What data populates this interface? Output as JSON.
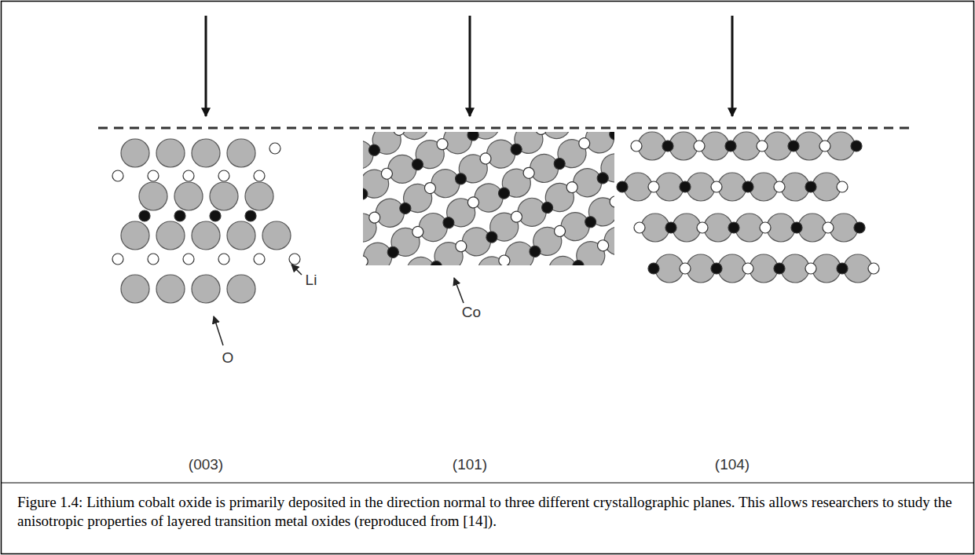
{
  "diagram": {
    "caption": "Figure 1.4: Lithium cobalt oxide is primarily deposited in the direction normal to three different crystallographic planes. This allows researchers to study the anisotropic properties of layered transition metal oxides (reproduced from [14]).",
    "labels": [
      "Li",
      "O",
      "Co",
      "(003)",
      "(101)",
      "(104)"
    ]
  }
}
